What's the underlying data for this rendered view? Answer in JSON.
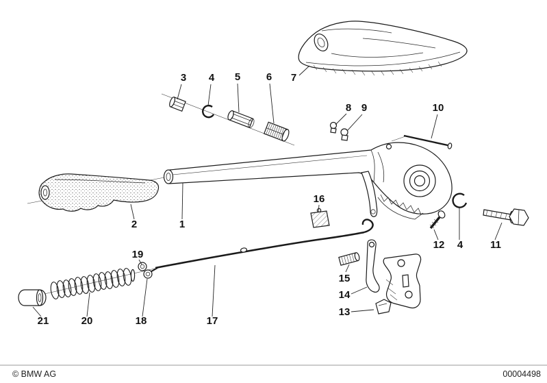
{
  "page": {
    "copyright": "© BMW AG",
    "document_number": "00004498",
    "background_color": "#ffffff",
    "line_color": "#1a1a1a"
  },
  "diagram": {
    "description": "Exploded technical drawing of a parking brake hand lever assembly",
    "type": "exploded-parts-diagram"
  },
  "callouts": [
    {
      "part": "3",
      "label": "3"
    },
    {
      "part": "4",
      "label": "4"
    },
    {
      "part": "5",
      "label": "5"
    },
    {
      "part": "6",
      "label": "6"
    },
    {
      "part": "7",
      "label": "7"
    },
    {
      "part": "8",
      "label": "8"
    },
    {
      "part": "9",
      "label": "9"
    },
    {
      "part": "10",
      "label": "10"
    },
    {
      "part": "2",
      "label": "2"
    },
    {
      "part": "1",
      "label": "1"
    },
    {
      "part": "16",
      "label": "16"
    },
    {
      "part": "12",
      "label": "12"
    },
    {
      "part": "4",
      "label": "4"
    },
    {
      "part": "11",
      "label": "11"
    },
    {
      "part": "19",
      "label": "19"
    },
    {
      "part": "15",
      "label": "15"
    },
    {
      "part": "14",
      "label": "14"
    },
    {
      "part": "13",
      "label": "13"
    },
    {
      "part": "21",
      "label": "21"
    },
    {
      "part": "20",
      "label": "20"
    },
    {
      "part": "18",
      "label": "18"
    },
    {
      "part": "17",
      "label": "17"
    }
  ]
}
